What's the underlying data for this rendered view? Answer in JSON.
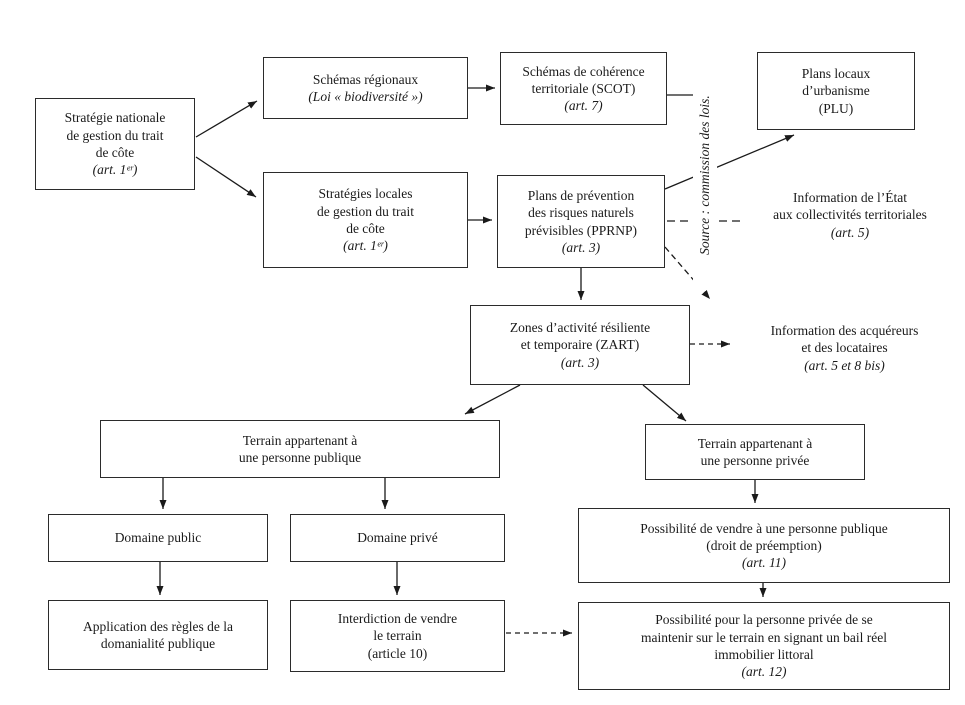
{
  "source_label": "Source : commission des lois.",
  "colors": {
    "line": "#1a1a1a",
    "border": "#2b2b2b",
    "background": "#ffffff",
    "text": "#1a1a1a"
  },
  "nodes": {
    "strategie_nationale": {
      "lines": [
        {
          "t": "Stratégie nationale"
        },
        {
          "t": "de gestion du trait"
        },
        {
          "t": "de côte"
        },
        {
          "t": "(art. 1ᵉʳ)",
          "i": true
        }
      ]
    },
    "schemas_regionaux": {
      "lines": [
        {
          "t": "Schémas régionaux"
        },
        {
          "t": "(Loi « biodiversité »)",
          "i": true
        }
      ]
    },
    "scot": {
      "lines": [
        {
          "t": "Schémas de cohérence"
        },
        {
          "t": "territoriale (SCOT)"
        },
        {
          "t": "(art. 7)",
          "i": true
        }
      ]
    },
    "plu": {
      "lines": [
        {
          "t": "Plans locaux"
        },
        {
          "t": "d’urbanisme"
        },
        {
          "t": "(PLU)"
        }
      ]
    },
    "strategies_locales": {
      "lines": [
        {
          "t": "Stratégies locales"
        },
        {
          "t": "de gestion du trait"
        },
        {
          "t": "de côte"
        },
        {
          "t": "(art. 1ᵉʳ)",
          "i": true
        }
      ]
    },
    "pprnp": {
      "lines": [
        {
          "t": "Plans de prévention"
        },
        {
          "t": "des risques naturels"
        },
        {
          "t": "prévisibles (PPRNP)"
        },
        {
          "t": "(art. 3)",
          "i": true
        }
      ]
    },
    "info_etat": {
      "lines": [
        {
          "t": "Information de l’État"
        },
        {
          "t": "aux collectivités territoriales"
        },
        {
          "t": "(art. 5)",
          "i": true
        }
      ]
    },
    "zart": {
      "lines": [
        {
          "t": "Zones d’activité résiliente"
        },
        {
          "t": "et temporaire (ZART)"
        },
        {
          "t": "(art. 3)",
          "i": true
        }
      ]
    },
    "info_acquereurs": {
      "lines": [
        {
          "t": "Information des acquéreurs"
        },
        {
          "t": "et des locataires"
        },
        {
          "t": "(art. 5 et 8 bis)",
          "i": true
        }
      ]
    },
    "terrain_public": {
      "lines": [
        {
          "t": "Terrain appartenant à"
        },
        {
          "t": "une personne publique"
        }
      ]
    },
    "terrain_prive": {
      "lines": [
        {
          "t": "Terrain appartenant à"
        },
        {
          "t": "une personne privée"
        }
      ]
    },
    "domaine_public": {
      "lines": [
        {
          "t": "Domaine public"
        }
      ]
    },
    "domaine_prive": {
      "lines": [
        {
          "t": "Domaine privé"
        }
      ]
    },
    "possibilite_vendre": {
      "lines": [
        {
          "t": "Possibilité de vendre à une personne publique"
        },
        {
          "t": "(droit de préemption)"
        },
        {
          "t": "(art. 11)",
          "i": true
        }
      ]
    },
    "application_regles": {
      "lines": [
        {
          "t": "Application des règles de la"
        },
        {
          "t": "domanialité publique"
        }
      ]
    },
    "interdiction_vendre": {
      "lines": [
        {
          "t": "Interdiction de vendre"
        },
        {
          "t": "le terrain"
        },
        {
          "t": "(article 10)"
        }
      ]
    },
    "bail_reel": {
      "lines": [
        {
          "t": "Possibilité pour la personne privée de se"
        },
        {
          "t": "maintenir sur le terrain en signant un bail réel"
        },
        {
          "t": "immobilier littoral"
        },
        {
          "t": "(art. 12)",
          "i": true
        }
      ]
    }
  }
}
